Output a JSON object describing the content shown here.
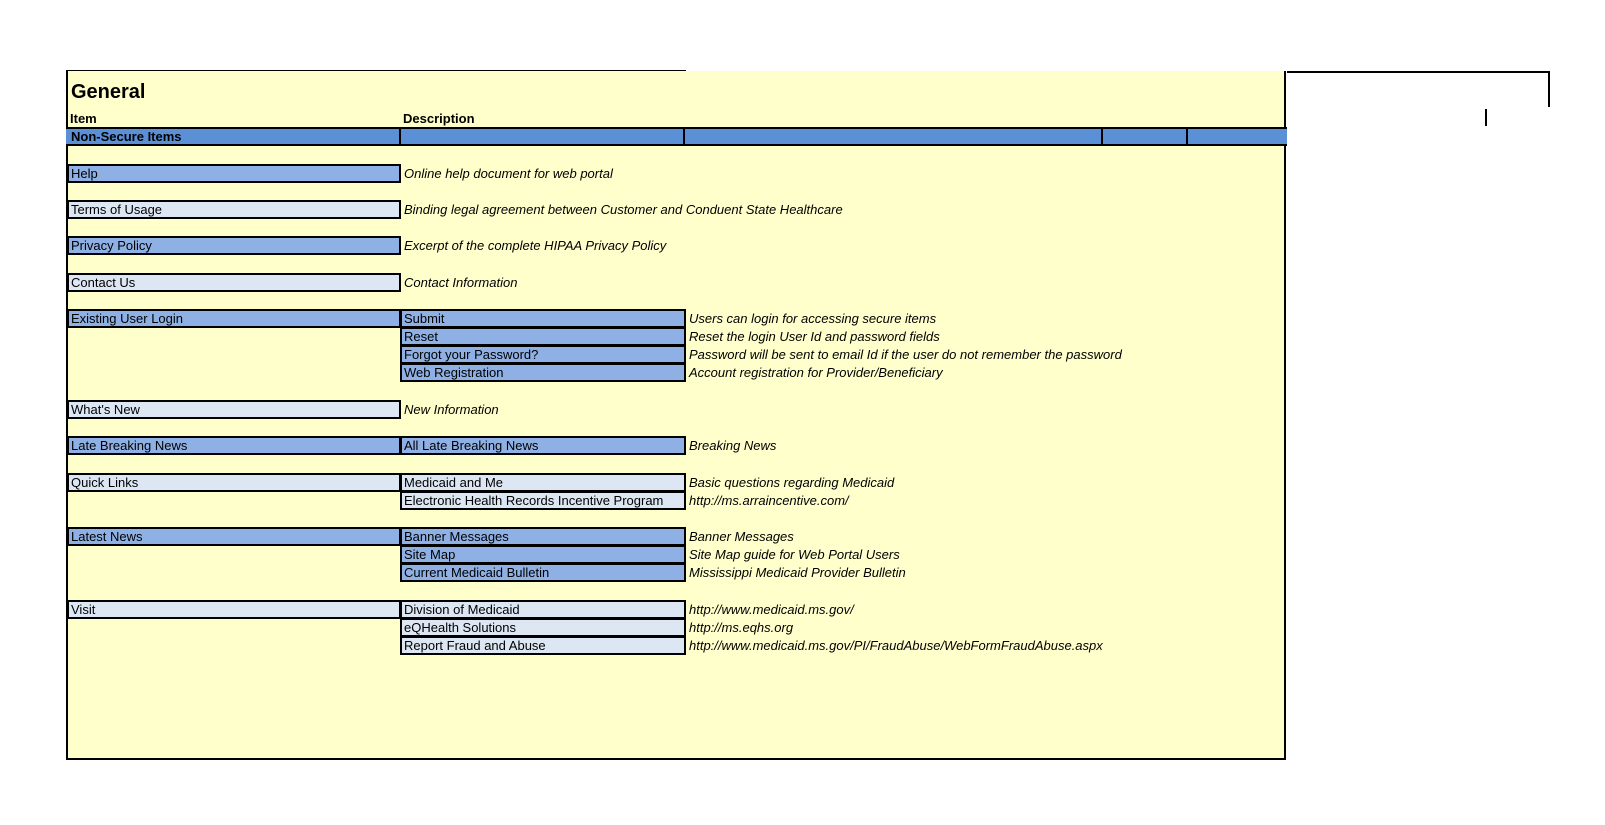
{
  "title": "General",
  "headers": {
    "item": "Item",
    "description": "Description"
  },
  "section": "Non-Secure Items",
  "singles": [
    {
      "item": "Help",
      "desc": "Online help document for web portal"
    },
    {
      "item": "Terms of Usage",
      "desc": "Binding legal agreement between Customer and Conduent State Healthcare"
    },
    {
      "item": "Privacy Policy",
      "desc": "Excerpt of the complete HIPAA Privacy Policy"
    },
    {
      "item": "Contact Us",
      "desc": "Contact Information"
    }
  ],
  "groups": [
    {
      "item": "Existing User Login",
      "subs": [
        {
          "label": "Submit",
          "desc": "Users can login for accessing secure items"
        },
        {
          "label": "Reset",
          "desc": "Reset the login User Id and password fields"
        },
        {
          "label": "Forgot your Password?",
          "desc": "Password will be sent to email Id if the user do not remember the password"
        },
        {
          "label": "Web Registration",
          "desc": "Account registration for Provider/Beneficiary"
        }
      ]
    },
    {
      "item": "What's New",
      "desc": "New Information"
    },
    {
      "item": "Late Breaking News",
      "subs": [
        {
          "label": "All Late Breaking News",
          "desc": "Breaking News"
        }
      ]
    },
    {
      "item": "Quick Links",
      "subs": [
        {
          "label": "Medicaid and Me",
          "desc": "Basic questions regarding Medicaid"
        },
        {
          "label": "Electronic Health Records Incentive Program",
          "desc": "http://ms.arraincentive.com/"
        }
      ]
    },
    {
      "item": "Latest News",
      "subs": [
        {
          "label": "Banner Messages",
          "desc": "Banner Messages"
        },
        {
          "label": "Site Map",
          "desc": "Site Map guide for Web Portal Users"
        },
        {
          "label": "Current Medicaid Bulletin",
          "desc": "Mississippi Medicaid Provider Bulletin"
        }
      ]
    },
    {
      "item": "Visit",
      "subs": [
        {
          "label": "Division of Medicaid",
          "desc": "http://www.medicaid.ms.gov/"
        },
        {
          "label": "eQHealth Solutions",
          "desc": "http://ms.eqhs.org"
        },
        {
          "label": "Report Fraud and Abuse",
          "desc": "http://www.medicaid.ms.gov/PI/FraudAbuse/WebFormFraudAbuse.aspx"
        }
      ]
    }
  ]
}
